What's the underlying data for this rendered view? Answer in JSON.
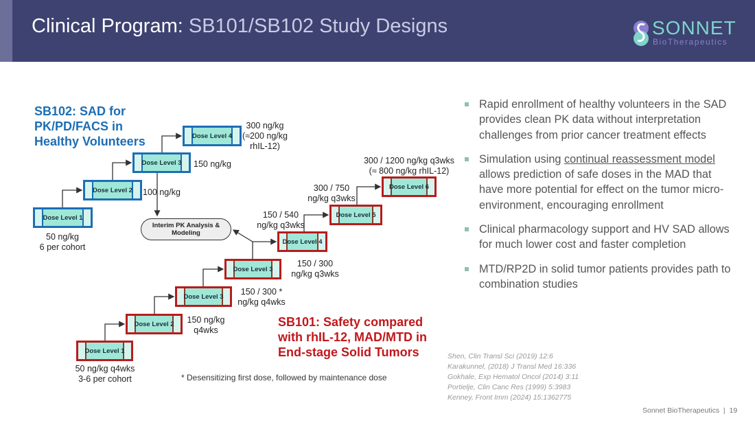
{
  "header": {
    "title_bold": "Clinical Program:",
    "title_rest": " SB101/SB102 Study Designs",
    "logo_name": "SONNET",
    "logo_sub": "BioTherapeutics"
  },
  "sb102": {
    "heading": "SB102: SAD for\nPK/PD/FACS in\nHealthy Volunteers",
    "boxes": [
      "Dose Level 1",
      "Dose Level 2",
      "Dose Level 3",
      "Dose Level 4"
    ],
    "labels": [
      "50 ng/kg\n6 per cohort",
      "100 ng/kg",
      "150 ng/kg",
      "300 ng/kg\n(≈200 ng/kg\nrhIL-12)"
    ]
  },
  "interim": "Interim PK Analysis &\nModeling",
  "sb101": {
    "heading": "SB101: Safety compared\nwith rhIL-12, MAD/MTD in\nEnd-stage Solid Tumors",
    "boxes": [
      "Dose Level 1",
      "Dose Level 2",
      "Dose Level 3",
      "Dose Level 3",
      "Dose Level 4",
      "Dose Level 5",
      "Dose Level 6"
    ],
    "labels": [
      "50 ng/kg q4wks\n3-6 per cohort",
      "150 ng/kg\nq4wks",
      "150 / 300 *\nng/kg q4wks",
      "150 / 300\nng/kg q3wks",
      "150 / 540\nng/kg q3wks",
      "300 / 750\nng/kg q3wks",
      "300 / 1200 ng/kg q3wks\n(≈ 800 ng/kg rhIL-12)"
    ]
  },
  "footnote": "* Desensitizing first dose, followed by maintenance dose",
  "bullets": [
    {
      "text": "Rapid enrollment of healthy volunteers in the SAD provides clean PK data without interpretation challenges from prior cancer treatment effects"
    },
    {
      "pre": "Simulation using ",
      "link": "continual reassessment model",
      "post": " allows prediction of safe doses in the MAD that have more potential for effect on the tumor micro-environment, encouraging enrollment"
    },
    {
      "text": "Clinical pharmacology support and HV SAD allows for much lower cost and faster completion"
    },
    {
      "text": "MTD/RP2D in solid tumor patients provides path to combination studies"
    }
  ],
  "references": [
    "Shen, Clin Transl Sci (2019) 12:6",
    "Karakunnel, (2018) J Transl Med 16:336",
    "Gokhale, Exp Hematol Oncol (2014) 3:11",
    "Portielje, Clin Canc Res (1999) 5:3983",
    "Kenney, Front Imm (2024) 15:1362775"
  ],
  "footer": {
    "company": "Sonnet BioTherapeutics",
    "sep": "|",
    "page": "19"
  }
}
